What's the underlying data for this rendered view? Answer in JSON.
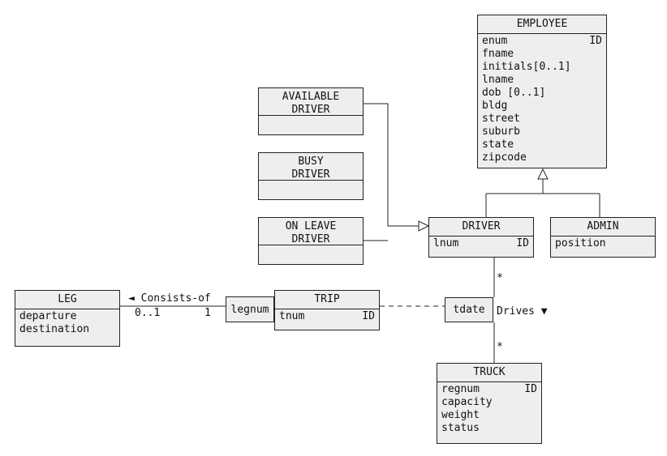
{
  "classes": {
    "employee": {
      "name": "EMPLOYEE",
      "attributes": [
        {
          "text": "enum",
          "tag": "ID"
        },
        {
          "text": "fname",
          "tag": ""
        },
        {
          "text": "initials[0..1]",
          "tag": ""
        },
        {
          "text": "lname",
          "tag": ""
        },
        {
          "text": "dob [0..1]",
          "tag": ""
        },
        {
          "text": "bldg",
          "tag": ""
        },
        {
          "text": "street",
          "tag": ""
        },
        {
          "text": "suburb",
          "tag": ""
        },
        {
          "text": "state",
          "tag": ""
        },
        {
          "text": "zipcode",
          "tag": ""
        }
      ]
    },
    "available_driver": {
      "name_line1": "AVAILABLE",
      "name_line2": "DRIVER"
    },
    "busy_driver": {
      "name_line1": "BUSY",
      "name_line2": "DRIVER"
    },
    "on_leave_driver": {
      "name_line1": "ON LEAVE",
      "name_line2": "DRIVER"
    },
    "driver": {
      "name": "DRIVER",
      "attributes": [
        {
          "text": "lnum",
          "tag": "ID"
        }
      ]
    },
    "admin": {
      "name": "ADMIN",
      "attributes": [
        {
          "text": "position",
          "tag": ""
        }
      ]
    },
    "leg": {
      "name": "LEG",
      "attributes": [
        {
          "text": "departure",
          "tag": ""
        },
        {
          "text": "destination",
          "tag": ""
        }
      ]
    },
    "trip": {
      "name": "TRIP",
      "attributes": [
        {
          "text": "tnum",
          "tag": "ID"
        }
      ]
    },
    "truck": {
      "name": "TRUCK",
      "attributes": [
        {
          "text": "regnum",
          "tag": "ID"
        },
        {
          "text": "capacity",
          "tag": ""
        },
        {
          "text": "weight",
          "tag": ""
        },
        {
          "text": "status",
          "tag": ""
        }
      ]
    }
  },
  "qualifiers": {
    "legnum": "legnum",
    "tdate": "tdate"
  },
  "associations": {
    "consists_of": {
      "label": "◄ Consists-of",
      "leg_multiplicity": "0..1",
      "trip_multiplicity": "1"
    },
    "drives": {
      "label": "Drives ▼",
      "driver_multiplicity": "*",
      "truck_multiplicity": "*"
    }
  }
}
